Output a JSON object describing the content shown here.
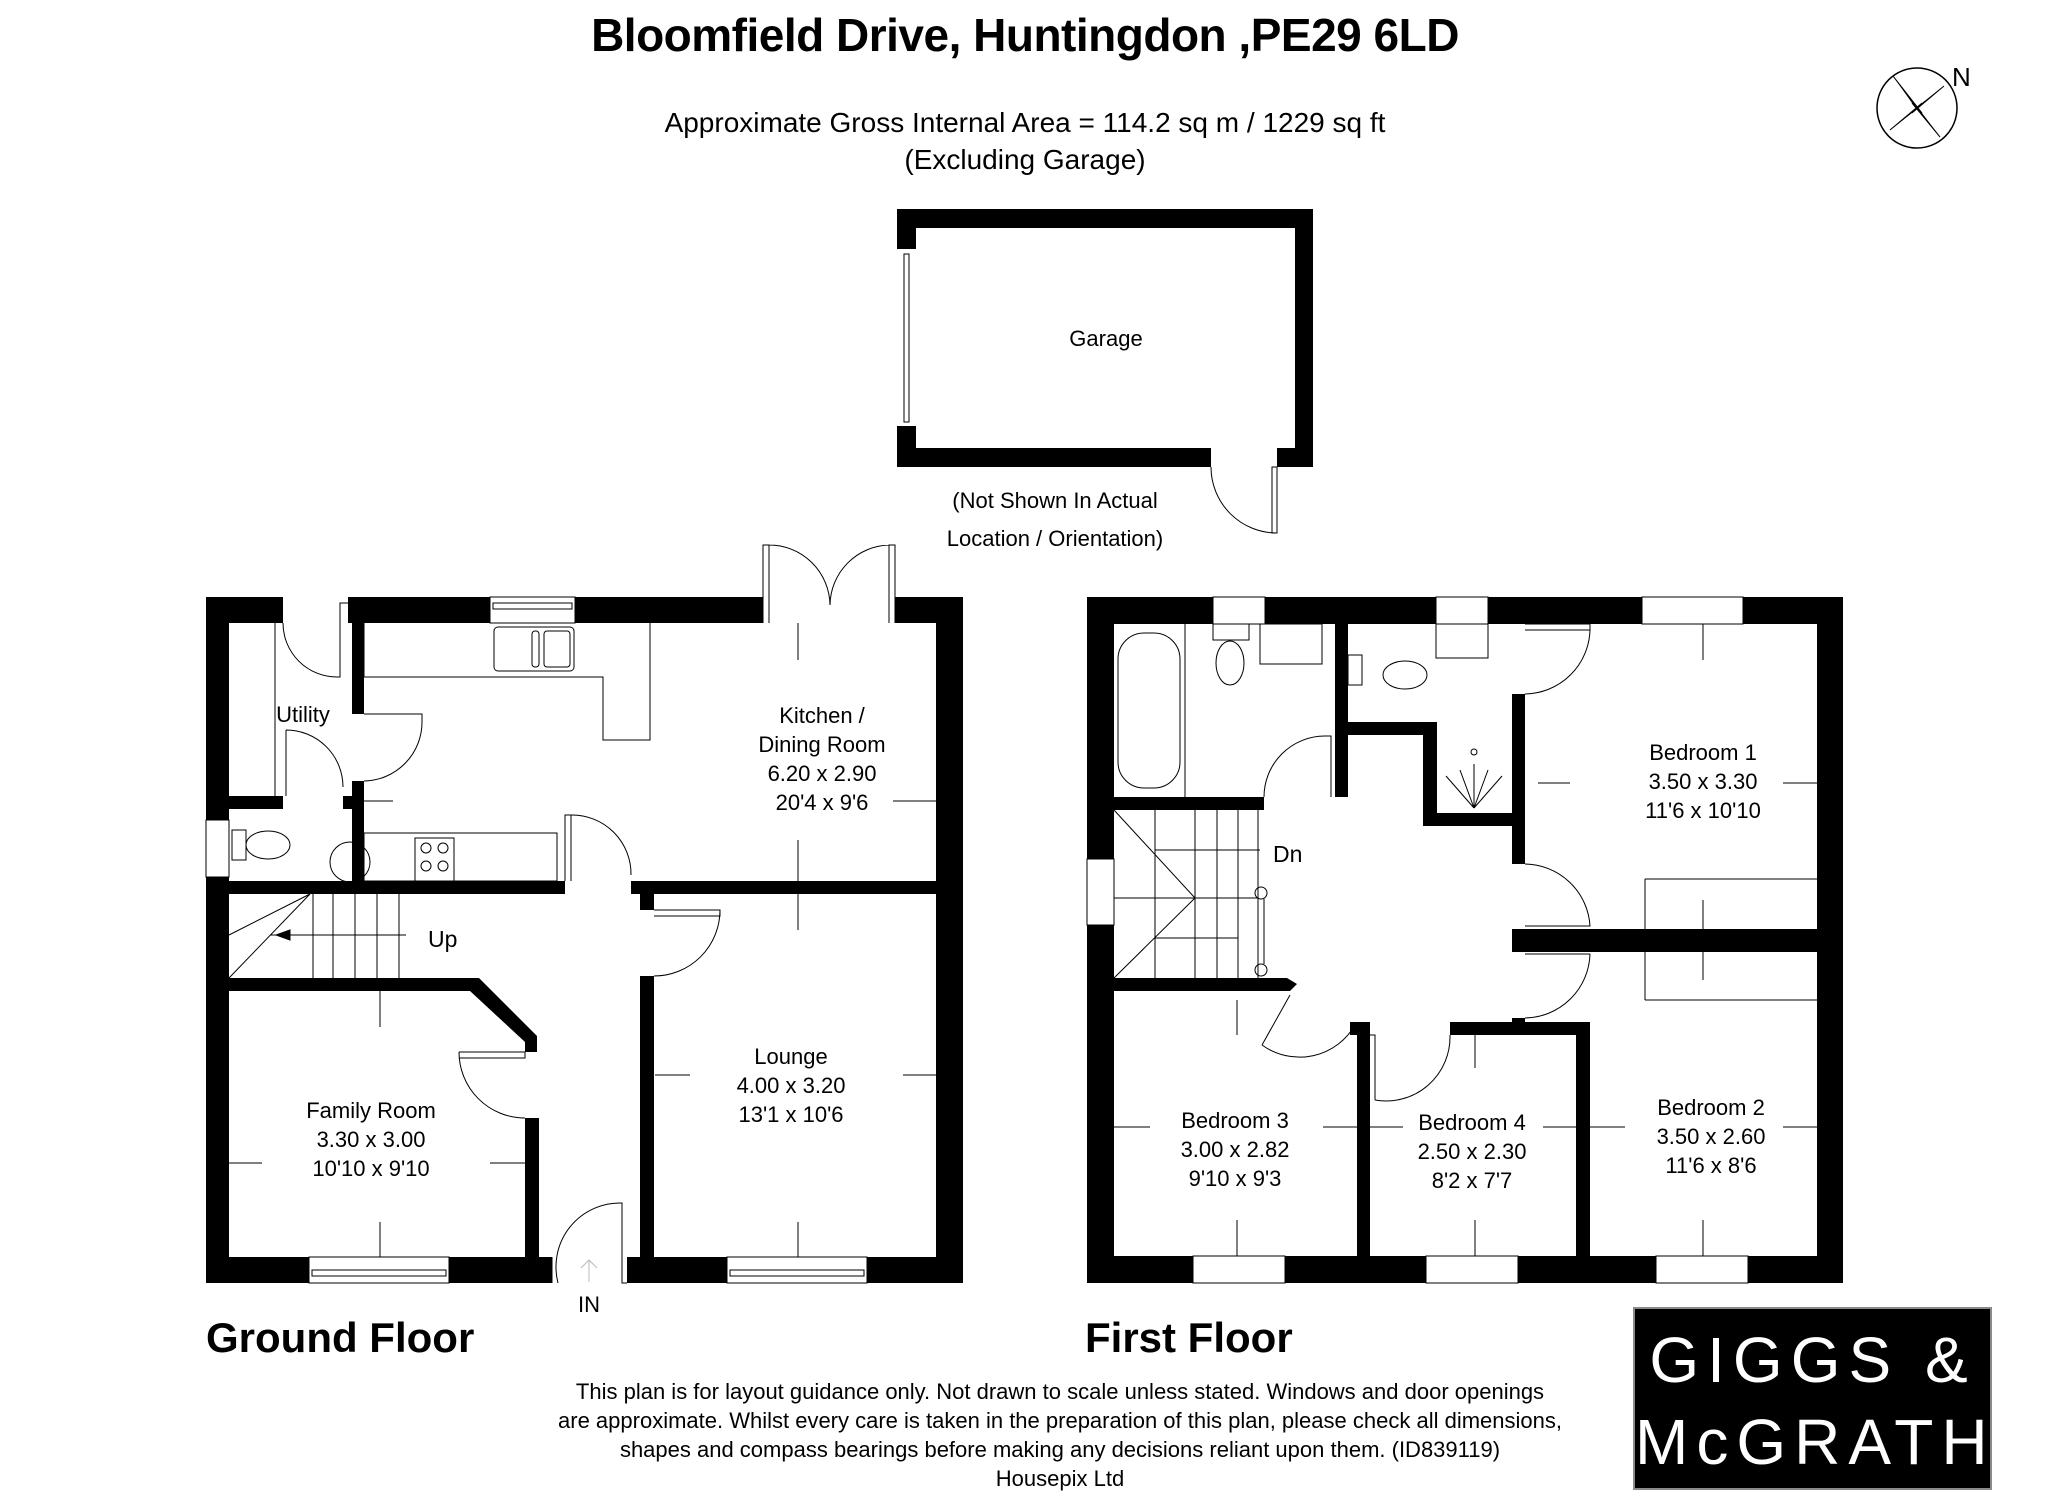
{
  "header": {
    "title": "Bloomfield Drive, Huntingdon ,PE29 6LD",
    "area_line": "Approximate Gross Internal Area = 114.2 sq m / 1229 sq ft",
    "area_note": "(Excluding Garage)"
  },
  "compass": {
    "label": "N",
    "icon": "compass-rose-icon"
  },
  "garage": {
    "name": "Garage",
    "note_line1": "(Not Shown In Actual",
    "note_line2": "Location / Orientation)"
  },
  "ground_floor": {
    "label": "Ground Floor",
    "entrance_label": "IN",
    "stairs_label": "Up",
    "rooms": [
      {
        "name": "Utility"
      },
      {
        "name": "Kitchen /",
        "name2": "Dining Room",
        "metric": "6.20 x 2.90",
        "imperial": "20'4 x 9'6"
      },
      {
        "name": "Lounge",
        "metric": "4.00 x 3.20",
        "imperial": "13'1 x 10'6"
      },
      {
        "name": "Family Room",
        "metric": "3.30 x 3.00",
        "imperial": "10'10 x 9'10"
      }
    ]
  },
  "first_floor": {
    "label": "First Floor",
    "stairs_label": "Dn",
    "rooms": [
      {
        "name": "Bedroom 1",
        "metric": "3.50 x 3.30",
        "imperial": "11'6 x 10'10"
      },
      {
        "name": "Bedroom 2",
        "metric": "3.50 x 2.60",
        "imperial": "11'6 x 8'6"
      },
      {
        "name": "Bedroom 3",
        "metric": "3.00 x 2.82",
        "imperial": "9'10 x 9'3"
      },
      {
        "name": "Bedroom 4",
        "metric": "2.50 x 2.30",
        "imperial": "8'2 x 7'7"
      }
    ]
  },
  "footer": {
    "disclaimer_line1": "This plan is for layout guidance only. Not drawn to scale unless stated. Windows and door openings",
    "disclaimer_line2": "are approximate. Whilst every care is taken in the preparation of this plan, please check all dimensions,",
    "disclaimer_line3": "shapes and compass bearings before making any decisions reliant upon them. (ID839119)",
    "credit": "Housepix Ltd"
  },
  "logo": {
    "line1": "GIGGS &",
    "line2": "McGRATH"
  },
  "colors": {
    "wall": "#000000",
    "background": "#ffffff",
    "logo_bg": "#000000",
    "logo_text": "#ffffff"
  }
}
